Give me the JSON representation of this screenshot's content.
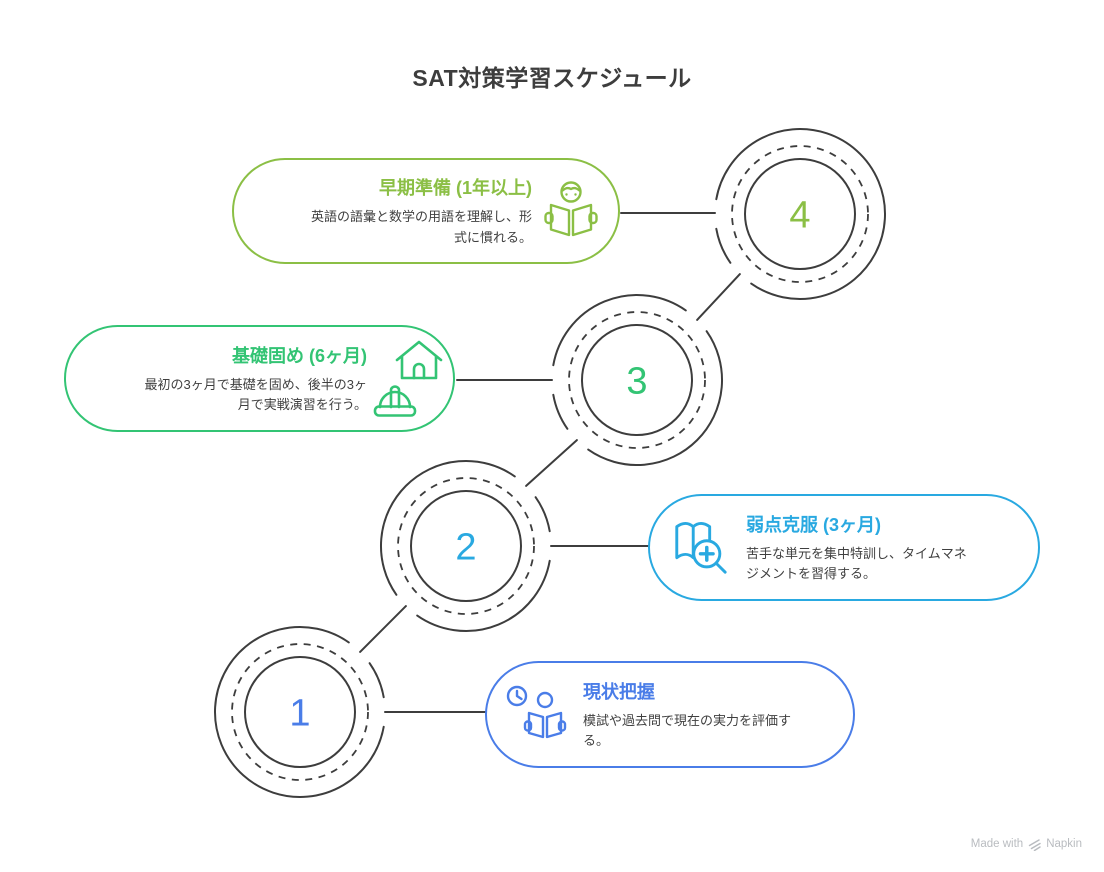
{
  "page": {
    "title": "SAT対策学習スケジュール"
  },
  "steps": [
    {
      "number": "1",
      "title": "現状把握",
      "description": "模試や過去問で現在の実力を評価す\nる。",
      "color": "#4a7de8",
      "icons": [
        "clock-icon",
        "reading-person-icon"
      ]
    },
    {
      "number": "2",
      "title": "弱点克服 (3ヶ月)",
      "description": "苦手な単元を集中特訓し、タイムマネ\nジメントを習得する。",
      "color": "#29a9e1",
      "icons": [
        "book-magnifier-icon"
      ]
    },
    {
      "number": "3",
      "title": "基礎固め (6ヶ月)",
      "description": "最初の3ヶ月で基礎を固め、後半の3ヶ\n月で実戦演習を行う。",
      "color": "#33c474",
      "icons": [
        "house-icon",
        "hard-hat-icon"
      ]
    },
    {
      "number": "4",
      "title": "早期準備 (1年以上)",
      "description": "英語の語彙と数学の用語を理解し、形\n式に慣れる。",
      "color": "#8bbf45",
      "icons": [
        "reading-person-icon"
      ]
    }
  ],
  "watermark": {
    "prefix": "Made with",
    "brand": "Napkin"
  },
  "colors": {
    "outline": "#3d3d3d",
    "body_text": "#3f3f3f",
    "heading_text": "#3d3d3d",
    "watermark_text": "#b9bcc0"
  }
}
